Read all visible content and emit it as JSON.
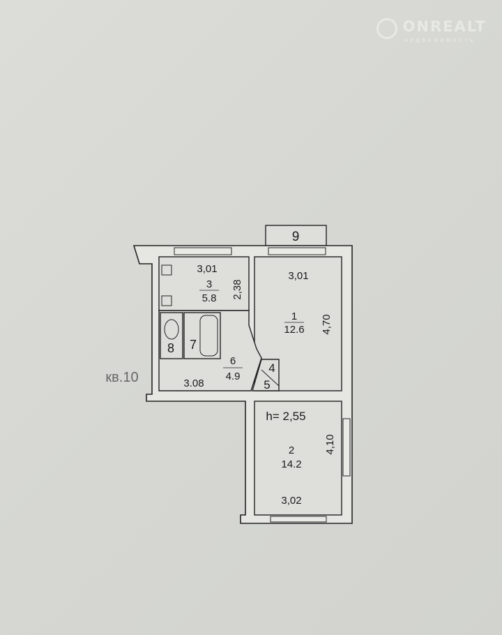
{
  "watermark": {
    "brand": "ONREALT",
    "subtitle": "недвижимость"
  },
  "plan": {
    "apartment_label": "кв.10",
    "ceiling_height": "h= 2,55",
    "balcony": {
      "number": "9"
    },
    "rooms": [
      {
        "number": "1",
        "area": "12.6",
        "width": "3,01",
        "length": "4,70"
      },
      {
        "number": "2",
        "area": "14.2",
        "width": "3,02",
        "length": "4,10"
      },
      {
        "number": "3",
        "area": "5.8",
        "width": "3,01",
        "length": "2,38"
      },
      {
        "number": "4"
      },
      {
        "number": "5"
      },
      {
        "number": "6",
        "area": "4.9",
        "width": "3.08"
      },
      {
        "number": "7"
      },
      {
        "number": "8"
      }
    ]
  }
}
